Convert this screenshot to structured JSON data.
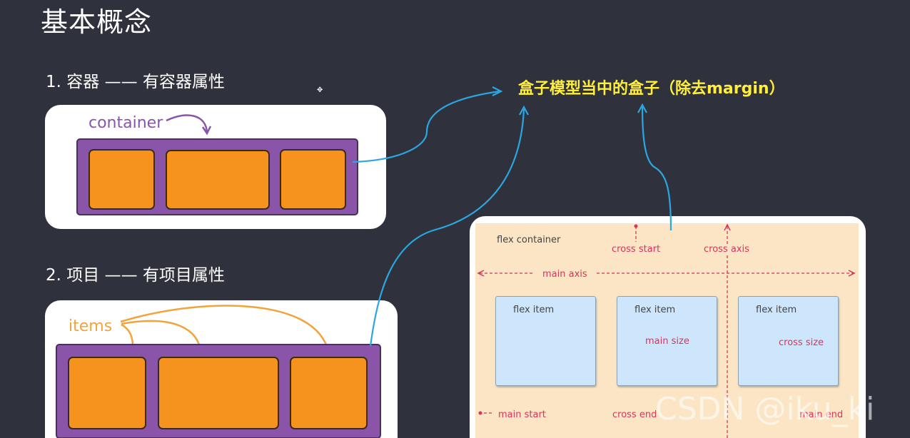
{
  "title": "基本概念",
  "section1": {
    "label": "1. 容器 —— 有容器属性",
    "annotation": "container"
  },
  "section2": {
    "label": "2. 项目 —— 有项目属性",
    "annotation": "items"
  },
  "callout": "盒子模型当中的盒子（除去margin）",
  "flex_diagram": {
    "container_label": "flex container",
    "cross_start": "cross start",
    "cross_axis": "cross axis",
    "main_axis": "main axis",
    "items": [
      "flex item",
      "flex item",
      "flex item"
    ],
    "main_size": "main size",
    "cross_size": "cross size",
    "main_start": "main start",
    "cross_end": "cross end",
    "main_end": "main end"
  },
  "watermark": "CSDN @iku_ki",
  "colors": {
    "background": "#2f313d",
    "callout": "#ffee3a",
    "arrow": "#2aa7e0",
    "purple": "#8a55a8",
    "orange": "#f6931f",
    "flex_bg": "#fbe5c5",
    "flex_item": "#cde6fb",
    "axis": "#d4365c"
  }
}
